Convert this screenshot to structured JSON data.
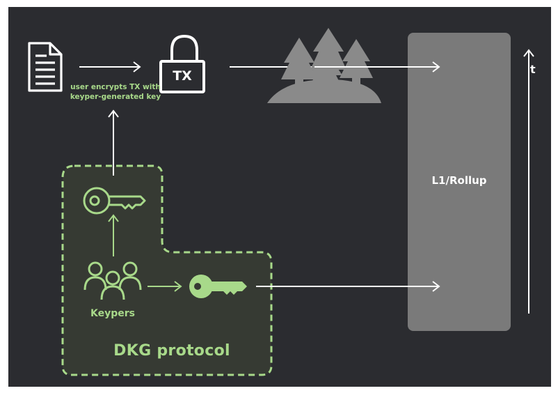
{
  "caption": {
    "line1": "user encrypts TX with",
    "line2": "keyper-generated key"
  },
  "lock_label": "TX",
  "keypers_label": "Keypers",
  "dkg_label": "DKG protocol",
  "rollup_label": "L1/Rollup",
  "time_label": "t",
  "icons": [
    "document-icon",
    "lock-icon",
    "trees-icon",
    "key-outline-icon",
    "keypers-group-icon",
    "key-solid-icon"
  ],
  "colors": {
    "background": "#2b2c30",
    "green": "#a8d98a",
    "rollup_bar": "#7a7a7a",
    "trees": "#8a8a8a",
    "dkg_region": "#363a33",
    "white": "#ffffff"
  }
}
